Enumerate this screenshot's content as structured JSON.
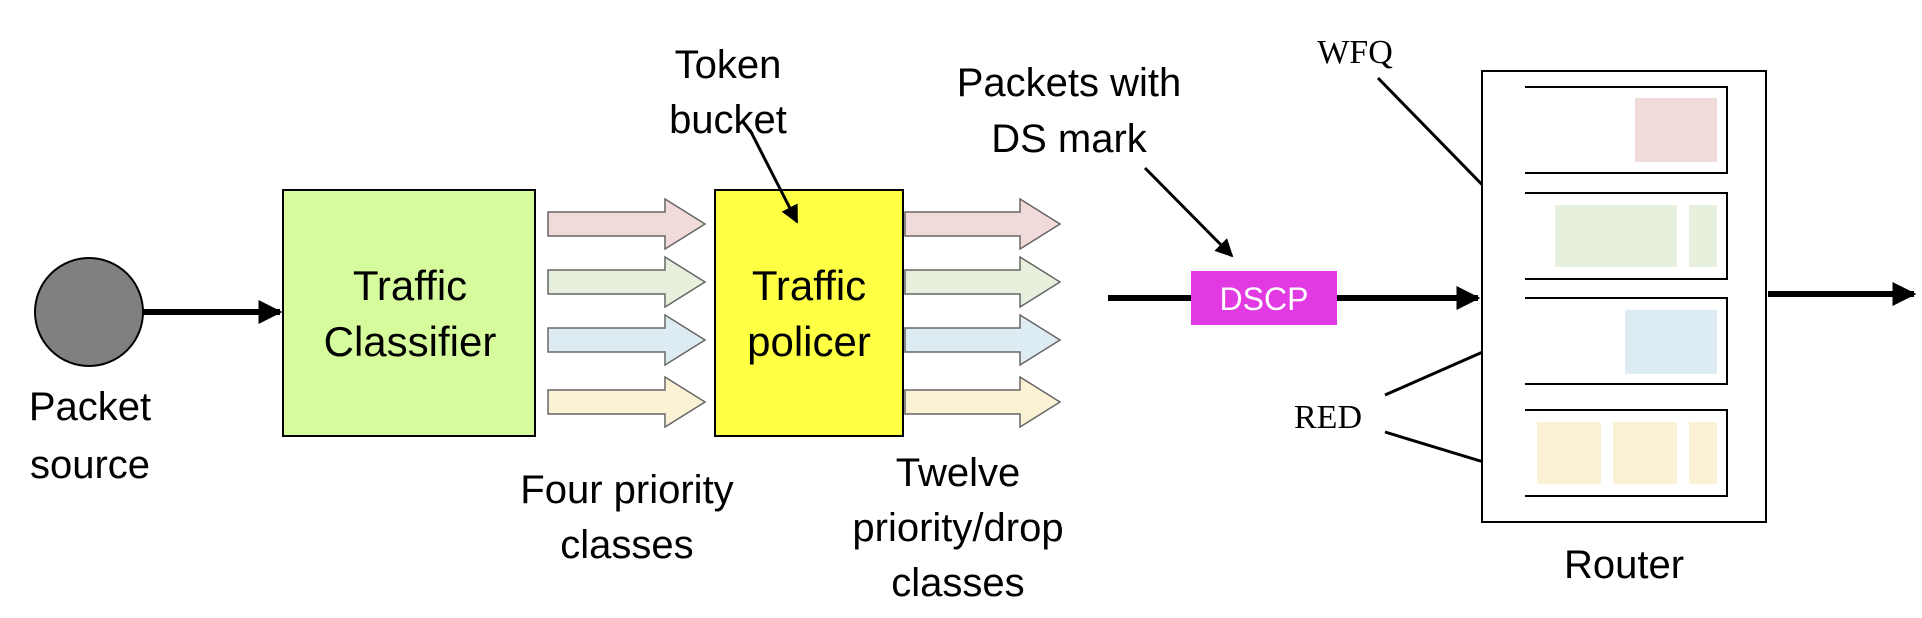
{
  "labels": {
    "packet_source_1": "Packet",
    "packet_source_2": "source",
    "classifier_1": "Traffic",
    "classifier_2": "Classifier",
    "token_1": "Token",
    "token_2": "bucket",
    "policer_1": "Traffic",
    "policer_2": "policer",
    "ds_mark_1": "Packets with",
    "ds_mark_2": "DS mark",
    "dscp": "DSCP",
    "wfq": "WFQ",
    "red": "RED",
    "router": "Router",
    "four_1": "Four priority",
    "four_2": "classes",
    "twelve_1": "Twelve",
    "twelve_2": "priority/drop",
    "twelve_3": "classes"
  },
  "colors": {
    "source": "#808080",
    "classifier": "#d5fb9d",
    "policer": "#ffff44",
    "dscp": "#e23ae2",
    "class_1": "#f1dada",
    "class_2": "#e6f0dc",
    "class_3": "#dcecf2",
    "class_4": "#fbf1d4"
  }
}
